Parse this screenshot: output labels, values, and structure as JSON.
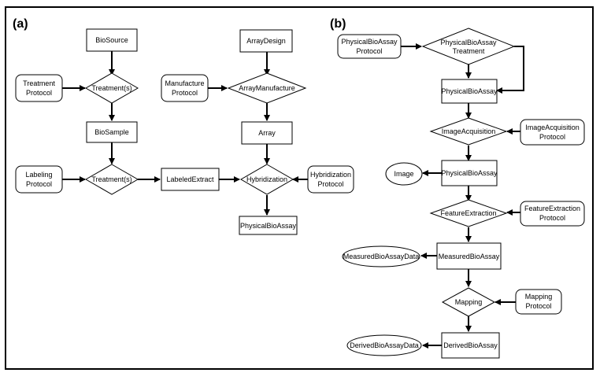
{
  "panels": {
    "a": "(a)",
    "b": "(b)"
  },
  "a": {
    "biosource": "BioSource",
    "arraydesign": "ArrayDesign",
    "treatment_protocol": [
      "Treatment",
      "Protocol"
    ],
    "treatment1": "Treatment(s)",
    "manufacture_protocol": [
      "Manufacture",
      "Protocol"
    ],
    "arraymanufacture": "ArrayManufacture",
    "biosample": "BioSample",
    "array": "Array",
    "labeling_protocol": [
      "Labeling",
      "Protocol"
    ],
    "treatment2": "Treatment(s)",
    "labeledextract": "LabeledExtract",
    "hybridization": "Hybridization",
    "hybridization_protocol": [
      "Hybridization",
      "Protocol"
    ],
    "physicalbioassay": "PhysicalBioAssay"
  },
  "b": {
    "pba_protocol": [
      "PhysicalBioAssay",
      "Protocol"
    ],
    "pba_treatment": [
      "PhysicalBioAssay",
      "Treatment"
    ],
    "pba1": "PhysicalBioAssay",
    "imageacquisition": "ImageAcquisition",
    "imageacquisition_protocol": [
      "ImageAcquisition",
      "Protocol"
    ],
    "image": "Image",
    "pba2": "PhysicalBioAssay",
    "featureextraction": "FeatureExtraction",
    "featureextraction_protocol": [
      "FeatureExtraction",
      "Protocol"
    ],
    "measuredbioassaydata": "MeasuredBioAssayData",
    "measuredbioassay": "MeasuredBioAssay",
    "mapping": "Mapping",
    "mapping_protocol": [
      "Mapping",
      "Protocol"
    ],
    "derivedbioassaydata": "DerivedBioAssayData",
    "derivedbioassay": "DerivedBioAssay"
  }
}
